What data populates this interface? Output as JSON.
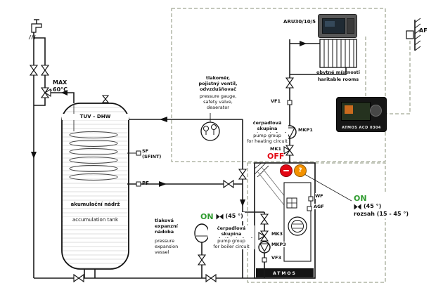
{
  "colors": {
    "on_green": "#2e9b2e",
    "off_red": "#e30613",
    "warn_orange": "#f39200",
    "dash": "#8a9078",
    "pipe": "#1a1a1a"
  },
  "dhw": {
    "max": "MAX\n60°C"
  },
  "tank": {
    "top": "TUV – DHW",
    "sf": "SF\n(SFINT)",
    "pf": "PF",
    "name_cz": "akumulační nádrž",
    "name_en": "accumulation tank"
  },
  "gauge_group": {
    "cz": "tlakoměr,\npojistný ventil,\nodvzdušňovač",
    "en": "pressure gauge,\nsafety valve,\ndeaerator"
  },
  "heating_group": {
    "cz": "čerpadlová skupina\npro topný okruh",
    "en": "pump group\nfor heating circuit",
    "vf1": "VF1",
    "mkp1": "MKP1",
    "mk1": "MK1"
  },
  "room_unit": {
    "model": "ARU30/10/5"
  },
  "rooms": {
    "cz": "obytné místnosti",
    "en": "haritable rooms"
  },
  "outdoor_sensor": "AF",
  "controller": {
    "label": "ATMOS ACD 0304"
  },
  "mode": {
    "off": "OFF",
    "question": "?",
    "on": "ON",
    "angle": "(45 °)",
    "range": "rozsah (15 - 45 °)"
  },
  "boiler": {
    "brand": "ATMOS",
    "wf": "WF",
    "agf": "AGF"
  },
  "boiler_group": {
    "cz": "čerpadlová skupina\npro kotlový okruh",
    "en": "pump group\nfor boiler circuit",
    "mk3": "MK3",
    "mkp3": "MKP3",
    "vf3": "VF3"
  },
  "expansion": {
    "cz": "tlaková\nexpanzní\nnádoba",
    "en": "pressure\nexpansion\nvessel"
  }
}
